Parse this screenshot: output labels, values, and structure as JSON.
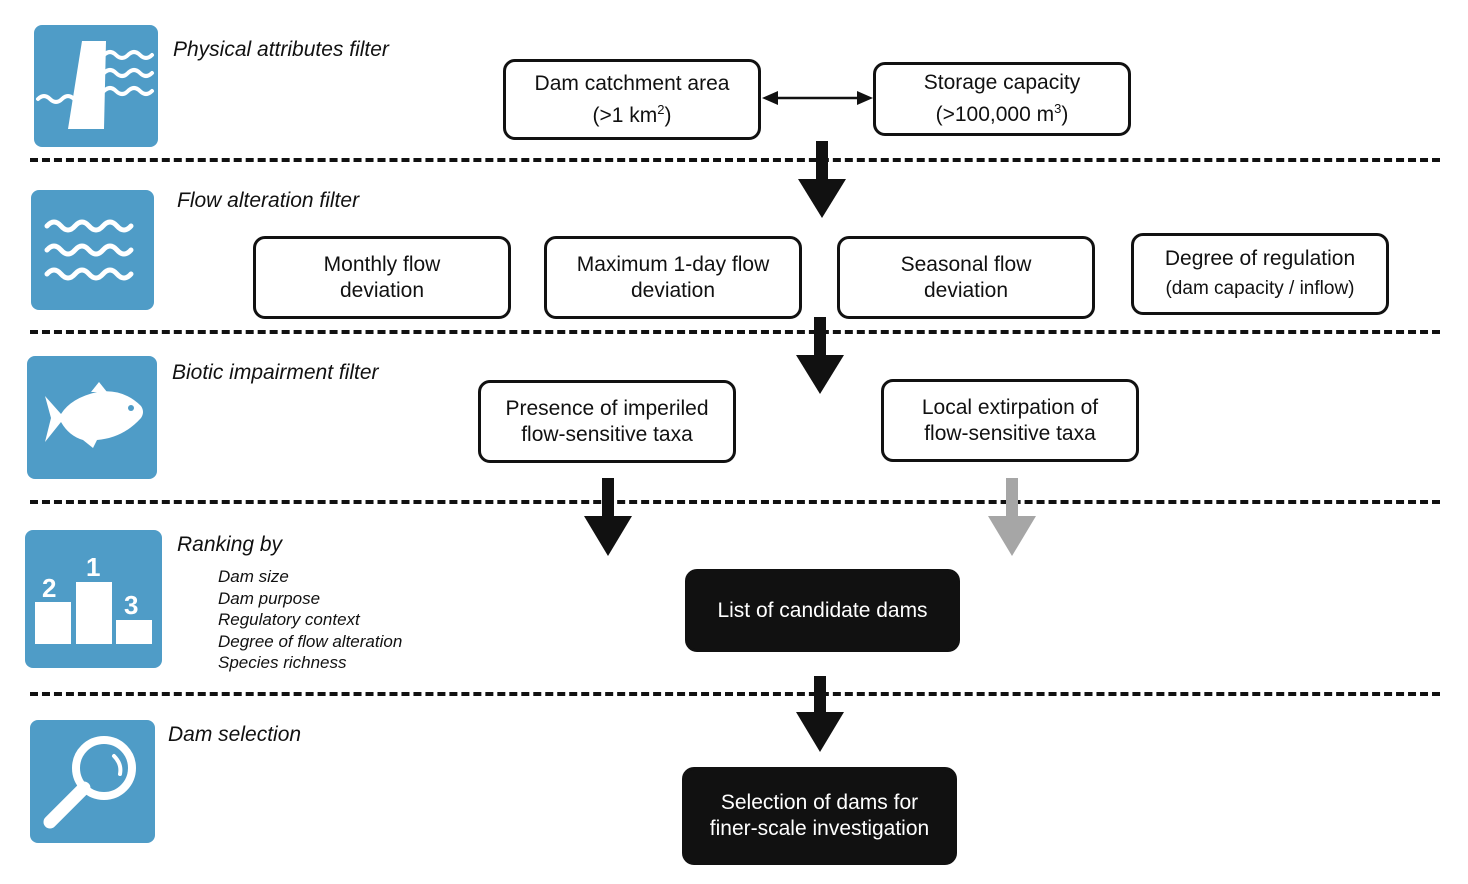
{
  "stages": {
    "physical": {
      "title": "Physical attributes filter",
      "icon": "dam-icon"
    },
    "flow": {
      "title": "Flow alteration filter",
      "icon": "waves-icon"
    },
    "biotic": {
      "title": "Biotic impairment filter",
      "icon": "fish-icon"
    },
    "ranking": {
      "title": "Ranking by",
      "icon": "podium-icon",
      "podium_labels": [
        "2",
        "1",
        "3"
      ],
      "criteria": [
        "Dam size",
        "Dam purpose",
        "Regulatory context",
        "Degree of flow alteration",
        "Species richness"
      ]
    },
    "selection": {
      "title": "Dam selection",
      "icon": "magnifier-icon"
    }
  },
  "boxes": {
    "catchment": {
      "line1": "Dam catchment area",
      "line2_pre": "(>1 km",
      "line2_sup": "2",
      "line2_post": ")"
    },
    "storage": {
      "line1": "Storage capacity",
      "line2_pre": "(>100,000 m",
      "line2_sup": "3",
      "line2_post": ")"
    },
    "monthly": {
      "line1": "Monthly flow",
      "line2": "deviation"
    },
    "maximum": {
      "line1": "Maximum 1-day flow",
      "line2": "deviation"
    },
    "seasonal": {
      "line1": "Seasonal flow",
      "line2": "deviation"
    },
    "regulation": {
      "line1": "Degree of regulation",
      "line2": "(dam capacity / inflow)"
    },
    "presence": {
      "line1": "Presence of imperiled",
      "line2": "flow-sensitive taxa"
    },
    "extirpation": {
      "line1": "Local extirpation of",
      "line2": "flow-sensitive taxa"
    },
    "candidates": {
      "line1": "List of candidate dams"
    },
    "final": {
      "line1": "Selection of dams for",
      "line2": "finer-scale investigation"
    }
  },
  "colors": {
    "icon_blue": "#4f9cc7",
    "dark_box": "#111111",
    "gray_arrow": "#a6a6a6"
  }
}
